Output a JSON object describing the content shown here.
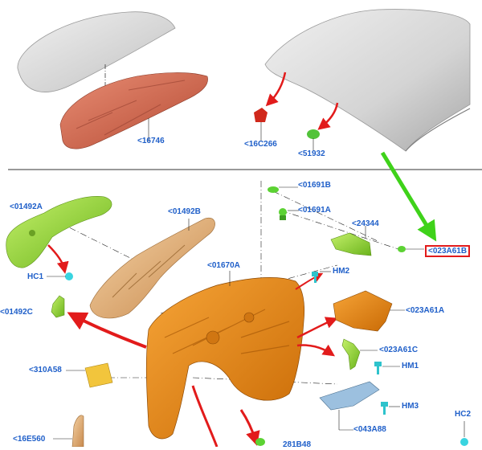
{
  "colors": {
    "label": "#1f5fc9",
    "arrow_red": "#e21b1b",
    "arrow_green": "#3fd21a",
    "part_orange": "#e8860f",
    "part_red": "#d8654d",
    "part_green": "#8fd23a",
    "part_tan": "#e7b07a",
    "part_blue": "#8fb6d6",
    "roof_gray": "#d9d9d9"
  },
  "labels": {
    "p16746": "<16746",
    "p16C266": "<16C266",
    "p51932": "<51932",
    "p01492A": "<01492A",
    "p01492B": "<01492B",
    "p01691B": "<01691B",
    "p01691A": "<01691A",
    "p24344": "<24344",
    "p023A61B": "<023A61B",
    "pHC1": "HC1",
    "p01670A": "<01670A",
    "pHM2": "HM2",
    "p01492C": "<01492C",
    "p023A61A": "<023A61A",
    "p023A61C": "<023A61C",
    "p310A58": "<310A58",
    "pHM1": "HM1",
    "pHM3": "HM3",
    "p043A88": "<043A88",
    "pHC2": "HC2",
    "p16E560": "<16E560",
    "p281B48": "281B48"
  }
}
